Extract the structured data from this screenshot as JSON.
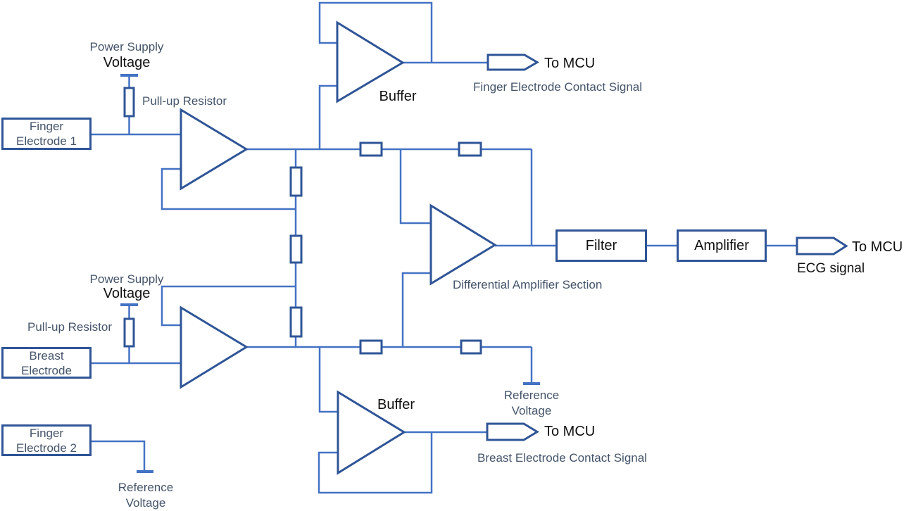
{
  "colors": {
    "wire": "#4472c4",
    "component": "#2f5597",
    "label": "#44546a",
    "text": "#111111",
    "background": "#ffffff"
  },
  "top_channel": {
    "power_supply": "Power Supply",
    "power_supply_voltage": "Voltage",
    "pullup_resistor": "Pull-up Resistor",
    "electrode": {
      "line1": "Finger",
      "line2": "Electrode 1"
    },
    "buffer": "Buffer",
    "to_mcu": "To MCU",
    "contact_signal": "Finger Electrode Contact Signal"
  },
  "bottom_channel": {
    "power_supply": "Power Supply",
    "power_supply_voltage": "Voltage",
    "pullup_resistor": "Pull-up Resistor",
    "electrode": {
      "line1": "Breast",
      "line2": "Electrode"
    },
    "buffer": "Buffer",
    "to_mcu": "To MCU",
    "contact_signal": "Breast Electrode Contact Signal",
    "reference_voltage": {
      "line1": "Reference",
      "line2": "Voltage"
    }
  },
  "output_chain": {
    "diff_amp_label": "Differential Amplifier Section",
    "filter": "Filter",
    "amplifier": "Amplifier",
    "to_mcu": "To MCU",
    "signal": "ECG signal"
  },
  "reference_electrode": {
    "electrode": {
      "line1": "Finger",
      "line2": "Electrode 2"
    },
    "reference_voltage": {
      "line1": "Reference",
      "line2": "Voltage"
    }
  }
}
